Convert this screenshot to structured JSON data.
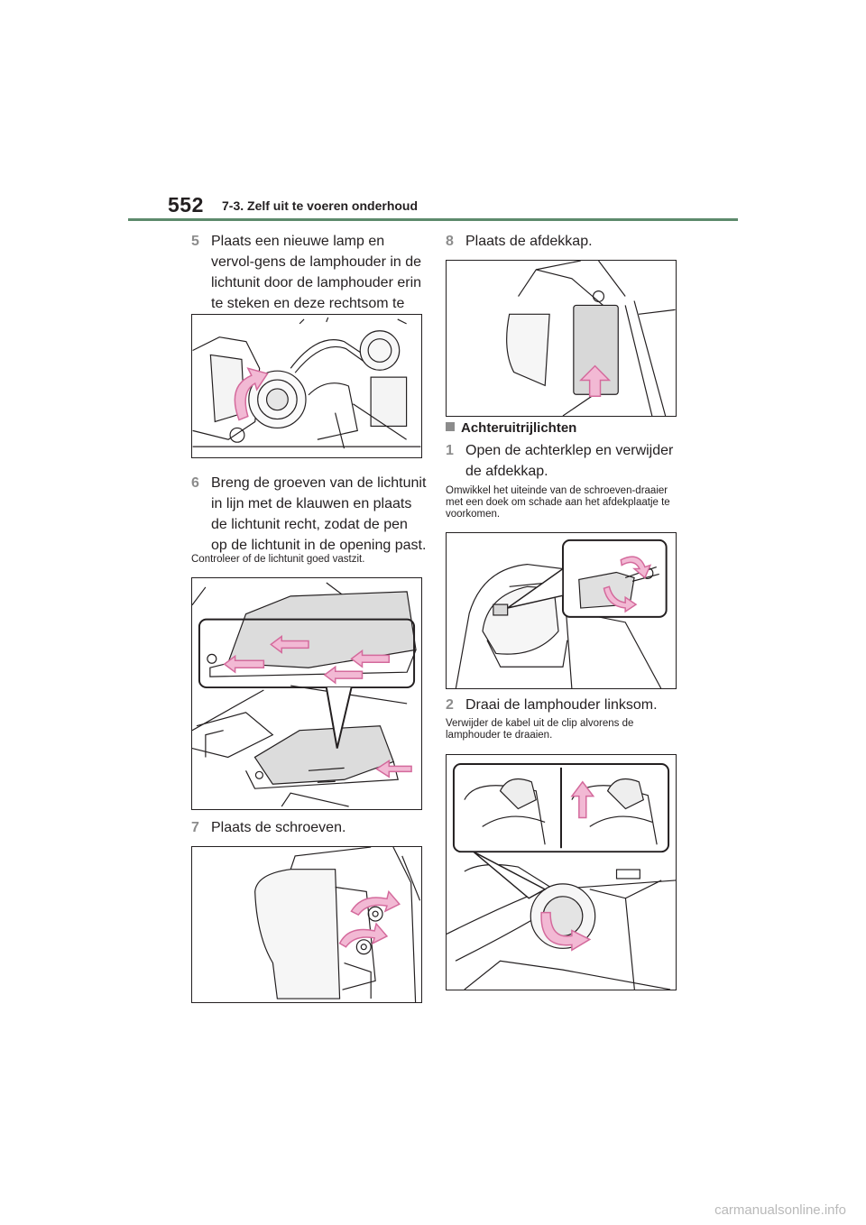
{
  "header": {
    "page_number": "552",
    "section_title": "7-3. Zelf uit te voeren onderhoud"
  },
  "steps": {
    "s5": {
      "num": "5",
      "text": "Plaats een nieuwe lamp en vervol-gens de lamphouder in de lichtunit door de lamphouder erin te steken en deze rechtsom te draaien."
    },
    "s6": {
      "num": "6",
      "text": "Breng de groeven van de lichtunit in lijn met de klauwen en plaats de lichtunit recht, zodat de pen op de lichtunit in de opening past."
    },
    "s6_note": "Controleer of de lichtunit goed vastzit.",
    "s7": {
      "num": "7",
      "text": "Plaats de schroeven."
    },
    "s8": {
      "num": "8",
      "text": "Plaats de afdekkap."
    }
  },
  "reverse_lights": {
    "heading": "Achteruitrijlichten",
    "s1": {
      "num": "1",
      "text": "Open de achterklep en verwijder de afdekkap."
    },
    "s1_note": "Omwikkel het uiteinde van de schroeven-draaier met een doek om schade aan het afdekplaatje te voorkomen.",
    "s2": {
      "num": "2",
      "text": "Draai de lamphouder linksom."
    },
    "s2_note": "Verwijder de kabel uit de clip alvorens de lamphouder te draaien."
  },
  "figures": {
    "fig1": "lamp-holder-install-illustration",
    "fig2": "light-unit-alignment-illustration",
    "fig3": "screws-install-illustration",
    "fig4": "cover-install-illustration",
    "fig5": "tailgate-cover-removal-illustration",
    "fig6": "lamp-holder-rotate-illustration"
  },
  "colors": {
    "header_rule": "#5d8a6c",
    "arrow_fill": "#f2b9d4",
    "arrow_stroke": "#d46a9c",
    "step_number": "#8c8c8c",
    "watermark": "#b9b9b9"
  },
  "footer": {
    "watermark": "carmanualsonline.info"
  }
}
